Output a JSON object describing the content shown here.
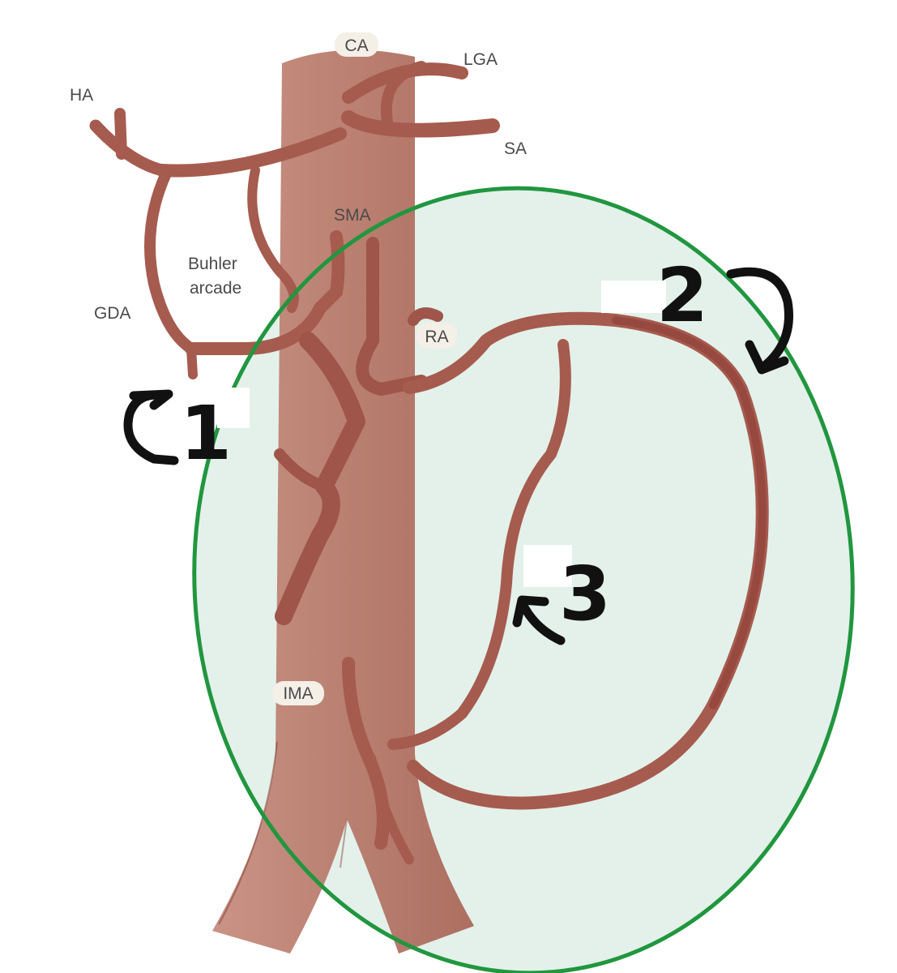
{
  "labels": {
    "ca": "CA",
    "lga": "LGA",
    "ha": "HA",
    "sa": "SA",
    "sma": "SMA",
    "buhler_line1": "Buhler",
    "buhler_line2": "arcade",
    "gda": "GDA",
    "ra": "RA",
    "ima": "IMA"
  },
  "annotations": {
    "marker_1": "1",
    "marker_2": "2",
    "marker_3": "3"
  },
  "colors": {
    "aorta": "#b8776b",
    "vessel": "#a65b4f",
    "vessel_dark": "#8e3d36",
    "highlight_fill": "#e3f1ea",
    "highlight_stroke": "#21963f",
    "ink": "#111111"
  }
}
